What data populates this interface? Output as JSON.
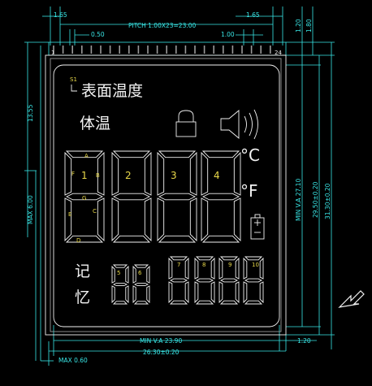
{
  "drawing": {
    "top": {
      "left_offset": "1.65",
      "pitch": "PITCH 1.00X23=23.00",
      "right_offset": "1.65",
      "pin_gap": "0.50",
      "pin_pitch": "1.00",
      "pin_first": "1",
      "pin_last": "24"
    },
    "right": {
      "r1": "1.20",
      "r2": "1.80",
      "viewing_area_height": "MIN V.A 27.10",
      "panel_height": "29.50±0.20",
      "glass_height": "31.30±0.20"
    },
    "left": {
      "pin_length": "13.55",
      "max_thickness": "MAX 6.00"
    },
    "bottom": {
      "viewing_area_width": "MIN V.A 23.90",
      "right_offset": "1.20",
      "panel_width": "26.30±0.20",
      "max_margin": "MAX 0.60"
    },
    "lcd": {
      "row1_icon_label": "S1",
      "surface_temp": "表面温度",
      "body_temp": "体温",
      "memory_top": "记",
      "memory_bottom": "忆",
      "celsius": "°C",
      "fahrenheit": "°F",
      "digit_labels": [
        "1",
        "2",
        "3",
        "4"
      ],
      "segment_labels": [
        "A",
        "B",
        "C",
        "D",
        "E",
        "F",
        "G"
      ],
      "small_digit_labels": [
        "5",
        "6",
        "7",
        "8",
        "9",
        "10"
      ]
    },
    "colors": {
      "dimension": "#39e6e6",
      "segments": "#f2f2f2",
      "labels": "#e8d84a",
      "background": "#000000"
    }
  }
}
